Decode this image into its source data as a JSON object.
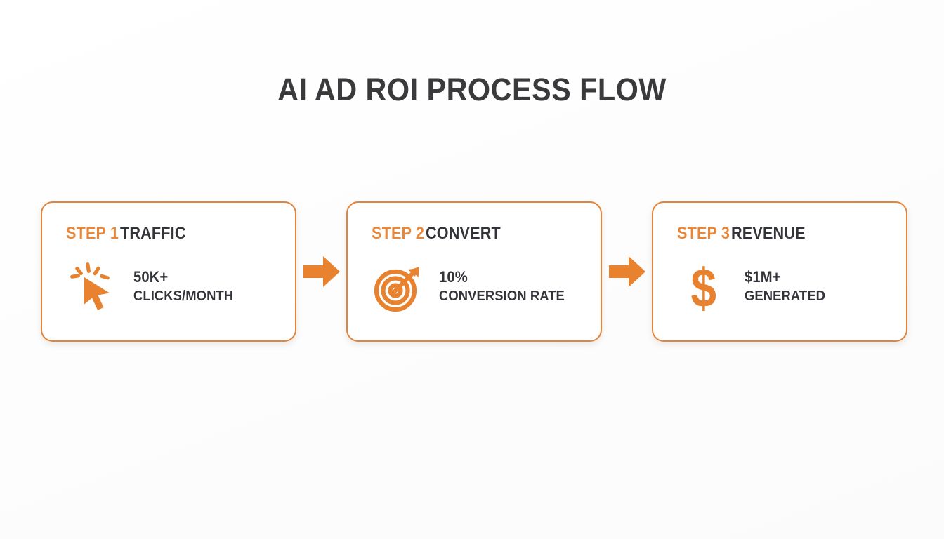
{
  "page": {
    "title": "AI AD ROI PROCESS FLOW",
    "background_color": "#fdfdfd",
    "accent_color": "#e8822e",
    "border_color": "#e2853c",
    "text_color": "#33343a"
  },
  "flow": {
    "steps": [
      {
        "step_label": "STEP 1",
        "title": "TRAFFIC",
        "icon": "click-cursor-icon",
        "stat_value": "50K+",
        "stat_caption": "CLICKS/MONTH"
      },
      {
        "step_label": "STEP 2",
        "title": "CONVERT",
        "icon": "target-bullseye-icon",
        "stat_value": "10%",
        "stat_caption": "CONVERSION RATE"
      },
      {
        "step_label": "STEP 3",
        "title": "REVENUE",
        "icon": "dollar-sign-icon",
        "stat_value": "$1M+",
        "stat_caption": "GENERATED"
      }
    ],
    "connectors": [
      {
        "icon": "arrow-right-icon"
      },
      {
        "icon": "arrow-right-icon"
      }
    ]
  }
}
